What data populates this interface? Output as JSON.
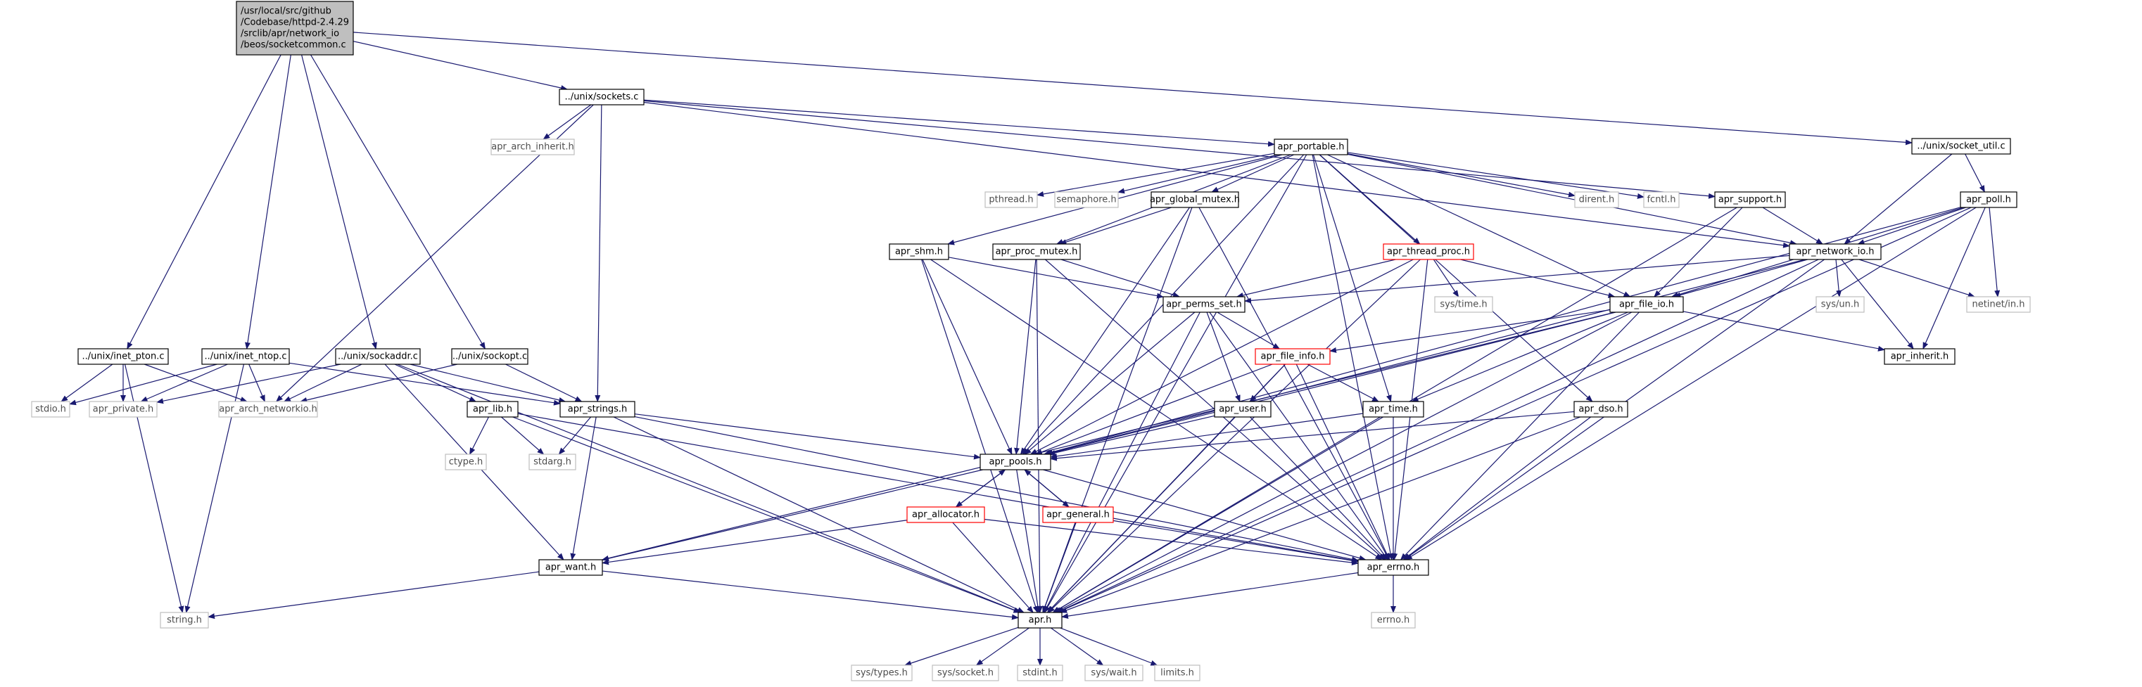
{
  "diagram": {
    "nodes": [
      {
        "id": "root",
        "label": "/usr/local/src/github\n/Codebase/httpd-2.4.29\n/srclib/apr/network_io\n/beos/socketcommon.c",
        "style": "root"
      },
      {
        "id": "sockets",
        "label": "../unix/sockets.c",
        "style": "normal"
      },
      {
        "id": "socket_util",
        "label": "../unix/socket_util.c",
        "style": "normal"
      },
      {
        "id": "arch_inherit",
        "label": "apr_arch_inherit.h",
        "style": "leaf"
      },
      {
        "id": "portable",
        "label": "apr_portable.h",
        "style": "normal"
      },
      {
        "id": "pthread",
        "label": "pthread.h",
        "style": "leaf"
      },
      {
        "id": "semaphore",
        "label": "semaphore.h",
        "style": "leaf"
      },
      {
        "id": "global_mutex",
        "label": "apr_global_mutex.h",
        "style": "normal"
      },
      {
        "id": "dirent",
        "label": "dirent.h",
        "style": "leaf"
      },
      {
        "id": "fcntl",
        "label": "fcntl.h",
        "style": "leaf"
      },
      {
        "id": "support",
        "label": "apr_support.h",
        "style": "normal"
      },
      {
        "id": "poll",
        "label": "apr_poll.h",
        "style": "normal"
      },
      {
        "id": "shm",
        "label": "apr_shm.h",
        "style": "normal"
      },
      {
        "id": "proc_mutex",
        "label": "apr_proc_mutex.h",
        "style": "normal"
      },
      {
        "id": "thread_proc",
        "label": "apr_thread_proc.h",
        "style": "red"
      },
      {
        "id": "network_io",
        "label": "apr_network_io.h",
        "style": "normal"
      },
      {
        "id": "sys_time",
        "label": "sys/time.h",
        "style": "leaf"
      },
      {
        "id": "sys_un",
        "label": "sys/un.h",
        "style": "leaf"
      },
      {
        "id": "netinet_in",
        "label": "netinet/in.h",
        "style": "leaf"
      },
      {
        "id": "perms_set",
        "label": "apr_perms_set.h",
        "style": "normal"
      },
      {
        "id": "file_io",
        "label": "apr_file_io.h",
        "style": "normal"
      },
      {
        "id": "inet_pton",
        "label": "../unix/inet_pton.c",
        "style": "normal"
      },
      {
        "id": "inet_ntop",
        "label": "../unix/inet_ntop.c",
        "style": "normal"
      },
      {
        "id": "sockaddr",
        "label": "../unix/sockaddr.c",
        "style": "normal"
      },
      {
        "id": "sockopt",
        "label": "../unix/sockopt.c",
        "style": "normal"
      },
      {
        "id": "file_info",
        "label": "apr_file_info.h",
        "style": "red"
      },
      {
        "id": "inherit",
        "label": "apr_inherit.h",
        "style": "normal"
      },
      {
        "id": "stdio",
        "label": "stdio.h",
        "style": "leaf"
      },
      {
        "id": "private",
        "label": "apr_private.h",
        "style": "leaf"
      },
      {
        "id": "arch_networkio",
        "label": "apr_arch_networkio.h",
        "style": "leaf"
      },
      {
        "id": "lib",
        "label": "apr_lib.h",
        "style": "normal"
      },
      {
        "id": "strings",
        "label": "apr_strings.h",
        "style": "normal"
      },
      {
        "id": "user",
        "label": "apr_user.h",
        "style": "normal"
      },
      {
        "id": "time",
        "label": "apr_time.h",
        "style": "normal"
      },
      {
        "id": "dso",
        "label": "apr_dso.h",
        "style": "normal"
      },
      {
        "id": "ctype",
        "label": "ctype.h",
        "style": "leaf"
      },
      {
        "id": "stdarg",
        "label": "stdarg.h",
        "style": "leaf"
      },
      {
        "id": "pools",
        "label": "apr_pools.h",
        "style": "normal"
      },
      {
        "id": "allocator",
        "label": "apr_allocator.h",
        "style": "red"
      },
      {
        "id": "general",
        "label": "apr_general.h",
        "style": "red"
      },
      {
        "id": "want",
        "label": "apr_want.h",
        "style": "normal"
      },
      {
        "id": "errno_apr",
        "label": "apr_errno.h",
        "style": "normal"
      },
      {
        "id": "string",
        "label": "string.h",
        "style": "leaf"
      },
      {
        "id": "apr",
        "label": "apr.h",
        "style": "normal"
      },
      {
        "id": "errno",
        "label": "errno.h",
        "style": "leaf"
      },
      {
        "id": "sys_types",
        "label": "sys/types.h",
        "style": "leaf"
      },
      {
        "id": "sys_socket",
        "label": "sys/socket.h",
        "style": "leaf"
      },
      {
        "id": "stdint",
        "label": "stdint.h",
        "style": "leaf"
      },
      {
        "id": "sys_wait",
        "label": "sys/wait.h",
        "style": "leaf"
      },
      {
        "id": "limits",
        "label": "limits.h",
        "style": "leaf"
      }
    ],
    "edges": [
      [
        "root",
        "sockets"
      ],
      [
        "root",
        "socket_util"
      ],
      [
        "root",
        "inet_pton"
      ],
      [
        "root",
        "inet_ntop"
      ],
      [
        "root",
        "sockaddr"
      ],
      [
        "root",
        "sockopt"
      ],
      [
        "sockets",
        "arch_inherit"
      ],
      [
        "sockets",
        "portable"
      ],
      [
        "sockets",
        "strings"
      ],
      [
        "sockets",
        "arch_networkio"
      ],
      [
        "sockets",
        "support"
      ],
      [
        "sockets",
        "network_io"
      ],
      [
        "socket_util",
        "poll"
      ],
      [
        "socket_util",
        "network_io"
      ],
      [
        "portable",
        "pthread"
      ],
      [
        "portable",
        "semaphore"
      ],
      [
        "portable",
        "global_mutex"
      ],
      [
        "portable",
        "dirent"
      ],
      [
        "portable",
        "fcntl"
      ],
      [
        "portable",
        "shm"
      ],
      [
        "portable",
        "proc_mutex"
      ],
      [
        "portable",
        "thread_proc"
      ],
      [
        "portable",
        "network_io"
      ],
      [
        "portable",
        "file_io"
      ],
      [
        "portable",
        "time"
      ],
      [
        "portable",
        "dso"
      ],
      [
        "portable",
        "pools"
      ],
      [
        "portable",
        "apr"
      ],
      [
        "portable",
        "errno_apr"
      ],
      [
        "global_mutex",
        "proc_mutex"
      ],
      [
        "global_mutex",
        "pools"
      ],
      [
        "global_mutex",
        "apr"
      ],
      [
        "global_mutex",
        "errno_apr"
      ],
      [
        "support",
        "network_io"
      ],
      [
        "support",
        "file_io"
      ],
      [
        "support",
        "apr"
      ],
      [
        "poll",
        "network_io"
      ],
      [
        "poll",
        "file_io"
      ],
      [
        "poll",
        "inherit"
      ],
      [
        "poll",
        "netinet_in"
      ],
      [
        "poll",
        "pools"
      ],
      [
        "poll",
        "errno_apr"
      ],
      [
        "poll",
        "apr"
      ],
      [
        "shm",
        "perms_set"
      ],
      [
        "shm",
        "pools"
      ],
      [
        "shm",
        "apr"
      ],
      [
        "shm",
        "errno_apr"
      ],
      [
        "proc_mutex",
        "perms_set"
      ],
      [
        "proc_mutex",
        "pools"
      ],
      [
        "proc_mutex",
        "apr"
      ],
      [
        "proc_mutex",
        "errno_apr"
      ],
      [
        "thread_proc",
        "sys_time"
      ],
      [
        "thread_proc",
        "perms_set"
      ],
      [
        "thread_proc",
        "file_io"
      ],
      [
        "thread_proc",
        "pools"
      ],
      [
        "thread_proc",
        "apr"
      ],
      [
        "thread_proc",
        "errno_apr"
      ],
      [
        "network_io",
        "sys_un"
      ],
      [
        "network_io",
        "netinet_in"
      ],
      [
        "network_io",
        "perms_set"
      ],
      [
        "network_io",
        "file_io"
      ],
      [
        "network_io",
        "inherit"
      ],
      [
        "network_io",
        "pools"
      ],
      [
        "network_io",
        "apr"
      ],
      [
        "network_io",
        "errno_apr"
      ],
      [
        "perms_set",
        "file_info"
      ],
      [
        "perms_set",
        "user"
      ],
      [
        "perms_set",
        "pools"
      ],
      [
        "perms_set",
        "apr"
      ],
      [
        "perms_set",
        "errno_apr"
      ],
      [
        "file_io",
        "file_info"
      ],
      [
        "file_io",
        "inherit"
      ],
      [
        "file_io",
        "time"
      ],
      [
        "file_io",
        "pools"
      ],
      [
        "file_io",
        "apr"
      ],
      [
        "file_io",
        "errno_apr"
      ],
      [
        "file_io",
        "want"
      ],
      [
        "inet_pton",
        "stdio"
      ],
      [
        "inet_pton",
        "private"
      ],
      [
        "inet_pton",
        "arch_networkio"
      ],
      [
        "inet_pton",
        "string"
      ],
      [
        "inet_ntop",
        "stdio"
      ],
      [
        "inet_ntop",
        "private"
      ],
      [
        "inet_ntop",
        "arch_networkio"
      ],
      [
        "inet_ntop",
        "strings"
      ],
      [
        "inet_ntop",
        "string"
      ],
      [
        "sockaddr",
        "private"
      ],
      [
        "sockaddr",
        "arch_networkio"
      ],
      [
        "sockaddr",
        "strings"
      ],
      [
        "sockaddr",
        "lib"
      ],
      [
        "sockaddr",
        "want"
      ],
      [
        "sockaddr",
        "apr"
      ],
      [
        "sockopt",
        "arch_networkio"
      ],
      [
        "sockopt",
        "strings"
      ],
      [
        "file_info",
        "user"
      ],
      [
        "file_info",
        "time"
      ],
      [
        "file_info",
        "pools"
      ],
      [
        "file_info",
        "apr"
      ],
      [
        "file_info",
        "errno_apr"
      ],
      [
        "lib",
        "ctype"
      ],
      [
        "lib",
        "stdarg"
      ],
      [
        "lib",
        "apr"
      ],
      [
        "lib",
        "errno_apr"
      ],
      [
        "strings",
        "stdarg"
      ],
      [
        "strings",
        "pools"
      ],
      [
        "strings",
        "want"
      ],
      [
        "strings",
        "apr"
      ],
      [
        "strings",
        "errno_apr"
      ],
      [
        "user",
        "pools"
      ],
      [
        "user",
        "apr"
      ],
      [
        "user",
        "errno_apr"
      ],
      [
        "time",
        "pools"
      ],
      [
        "time",
        "apr"
      ],
      [
        "time",
        "errno_apr"
      ],
      [
        "dso",
        "pools"
      ],
      [
        "dso",
        "apr"
      ],
      [
        "dso",
        "errno_apr"
      ],
      [
        "pools",
        "allocator"
      ],
      [
        "pools",
        "general"
      ],
      [
        "pools",
        "want"
      ],
      [
        "pools",
        "apr"
      ],
      [
        "pools",
        "errno_apr"
      ],
      [
        "allocator",
        "pools"
      ],
      [
        "allocator",
        "want"
      ],
      [
        "allocator",
        "apr"
      ],
      [
        "allocator",
        "errno_apr"
      ],
      [
        "general",
        "pools"
      ],
      [
        "general",
        "apr"
      ],
      [
        "general",
        "errno_apr"
      ],
      [
        "want",
        "string"
      ],
      [
        "want",
        "apr"
      ],
      [
        "errno_apr",
        "errno"
      ],
      [
        "errno_apr",
        "apr"
      ],
      [
        "apr",
        "sys_types"
      ],
      [
        "apr",
        "sys_socket"
      ],
      [
        "apr",
        "stdint"
      ],
      [
        "apr",
        "sys_wait"
      ],
      [
        "apr",
        "limits"
      ]
    ],
    "colors": {
      "root_fill": "#bfbfbf",
      "edge": "#191970",
      "normal_border": "#000000",
      "red_border": "#ff0000",
      "leaf_border": "#bfbfbf",
      "leaf_text": "#4d4d4d",
      "text": "#000000",
      "background": "#ffffff"
    }
  }
}
